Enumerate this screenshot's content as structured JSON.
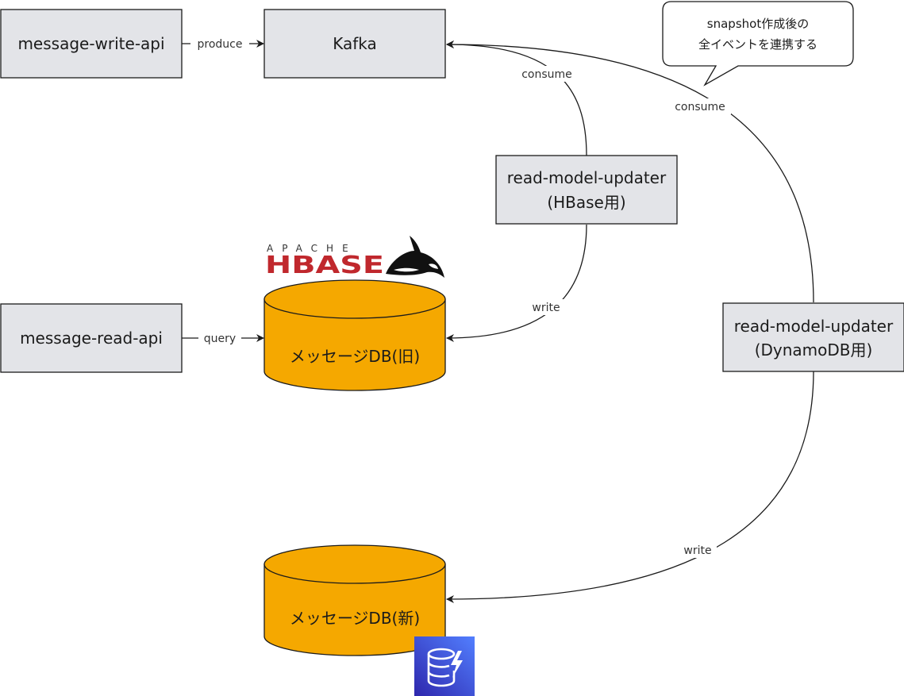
{
  "nodes": {
    "write_api": "message-write-api",
    "kafka": "Kafka",
    "read_api": "message-read-api",
    "updater_hbase": [
      "read-model-updater",
      "(HBase用)"
    ],
    "updater_dynamo": [
      "read-model-updater",
      "(DynamoDB用)"
    ],
    "db_old": "メッセージDB(旧)",
    "db_new": "メッセージDB(新)"
  },
  "edges": {
    "produce": "produce",
    "consume_hbase": "consume",
    "consume_dynamo": "consume",
    "write_hbase": "write",
    "write_dynamo": "write",
    "query": "query"
  },
  "callout": [
    "snapshot作成後の",
    "全イベントを連携する"
  ],
  "logos": {
    "hbase": {
      "top": "APACHE",
      "main": "HBASE",
      "icon": "orca-icon"
    },
    "dynamodb": {
      "icon": "dynamodb-icon"
    }
  },
  "colors": {
    "box_fill": "#e3e4e8",
    "box_stroke": "#1b1b1b",
    "db_fill": "#f5a800",
    "hbase_red": "#c0282d",
    "dynamo_blue": "#3b48cc"
  }
}
